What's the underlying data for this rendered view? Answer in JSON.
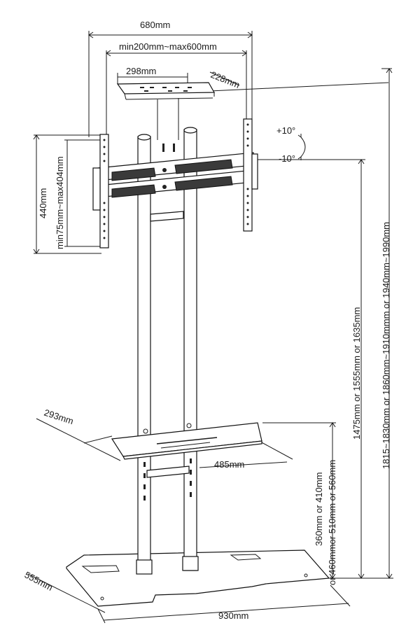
{
  "labels": {
    "width_total": "680mm",
    "vesa_horizontal": "min200mm~max600mm",
    "top_shelf_width": "298mm",
    "top_shelf_depth": "228mm",
    "tilt_up": "+10°",
    "tilt_down": "-10°",
    "bracket_height": "440mm",
    "vesa_vertical": "min75mm~max404mm",
    "center_height": "1475mm or 1555mm or 1635mm",
    "total_height": "1815~1830mm or 1860mm~1910mmm or 1940mm~1990mm",
    "mid_shelf_depth": "293mm",
    "mid_shelf_width": "485mm",
    "shelf_height_line1": "360mm or 410mm",
    "shelf_height_line2": "or 460mmor 510mm or 560mm",
    "base_depth": "555mm",
    "base_width": "930mm"
  },
  "colors": {
    "line": "#1a1a1a",
    "fill": "#ffffff",
    "dark": "#3a3a3a"
  }
}
